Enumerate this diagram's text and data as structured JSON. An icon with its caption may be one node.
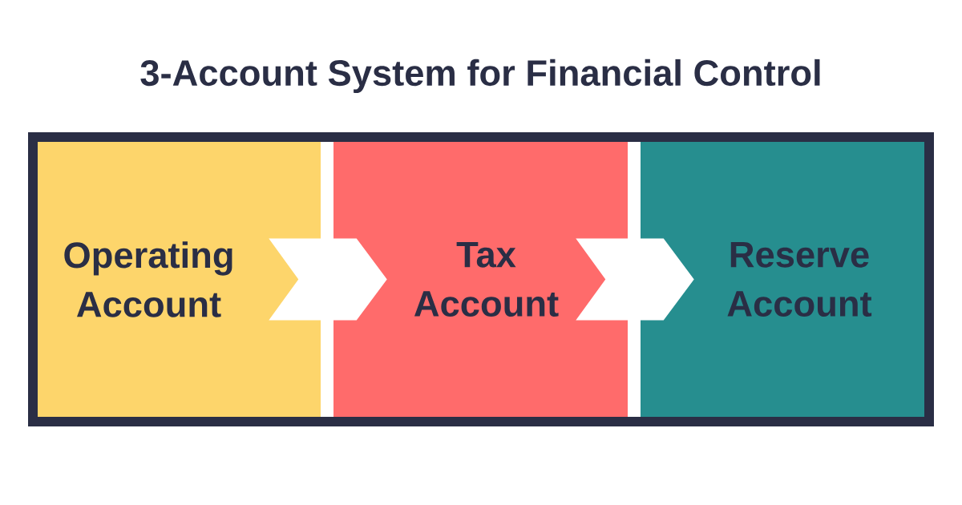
{
  "diagram": {
    "title": "3-Account System for Financial Control",
    "nodes": [
      {
        "text": [
          "Operating Account"
        ]
      },
      {
        "text": [
          "Tax Account"
        ]
      },
      {
        "text": [
          "Reserve Account"
        ]
      }
    ],
    "edges": [
      {
        "from": 0,
        "to": 1,
        "arrow": "to"
      },
      {
        "from": 1,
        "to": 2,
        "arrow": "to"
      }
    ]
  }
}
